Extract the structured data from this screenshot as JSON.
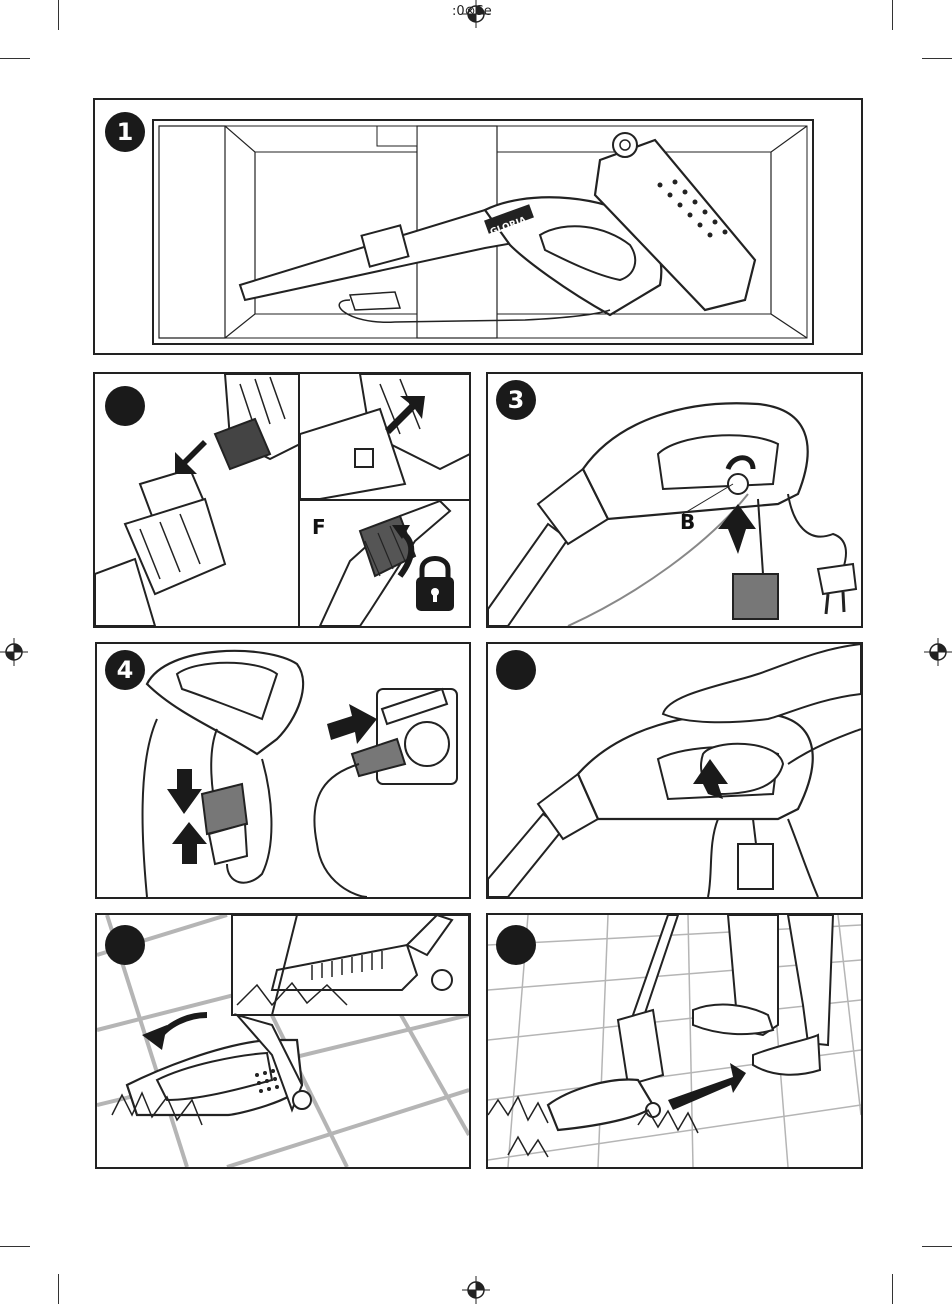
{
  "header": {
    "text": ":0⊗Se"
  },
  "panels": {
    "p1": {
      "number": "1"
    },
    "p2": {
      "number": "",
      "label_f": "F"
    },
    "p3": {
      "number": "3",
      "label_b": "B"
    },
    "p4": {
      "number": "4"
    },
    "p5": {
      "number": ""
    },
    "p6": {
      "number": ""
    },
    "p7": {
      "number": ""
    }
  },
  "box_brand": "GLORIA",
  "icons": [
    "lock-icon",
    "arrow-icon",
    "registration-mark-icon",
    "plug-icon",
    "socket-icon"
  ],
  "colors": {
    "ink": "#1a1a1a",
    "line": "#222222",
    "grey": "#9a9a9a",
    "tile": "#b5b5b5",
    "paper": "#ffffff"
  }
}
